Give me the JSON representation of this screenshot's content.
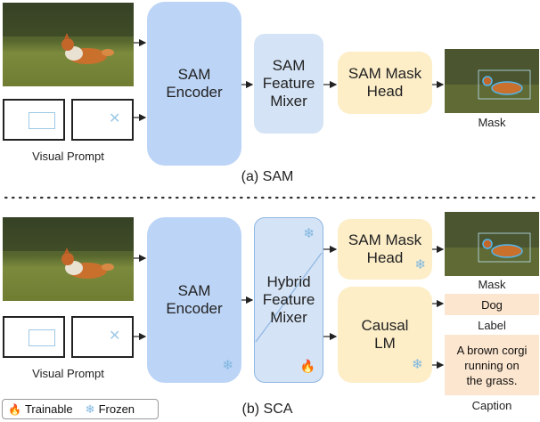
{
  "top": {
    "encoder_label": [
      "SAM",
      "Encoder"
    ],
    "mixer_label": [
      "SAM",
      "Feature",
      "Mixer"
    ],
    "head_label": [
      "SAM Mask",
      "Head"
    ],
    "output_label": "Mask",
    "prompt_label": "Visual Prompt",
    "caption": "(a) SAM"
  },
  "bottom": {
    "encoder_label": [
      "SAM",
      "Encoder"
    ],
    "mixer_label": [
      "Hybrid",
      "Feature",
      "Mixer"
    ],
    "head_label": [
      "SAM Mask",
      "Head"
    ],
    "lm_label": [
      "Causal",
      "LM"
    ],
    "mask_label": "Mask",
    "label_value": "Dog",
    "label_label": "Label",
    "caption_value": [
      "A brown corgi",
      "running on",
      "the grass."
    ],
    "caption_label": "Caption",
    "prompt_label": "Visual Prompt",
    "caption": "(b) SCA"
  },
  "legend": {
    "trainable": "Trainable",
    "frozen": "Frozen",
    "trainable_icon": "fire-icon",
    "frozen_icon": "snowflake-icon"
  },
  "colors": {
    "encoder": "#bcd4f6",
    "mixer": "#d4e3f5",
    "head": "#fdeec8",
    "output_tag": "#fde6cf",
    "prompt_marker": "#9ec9e6"
  }
}
